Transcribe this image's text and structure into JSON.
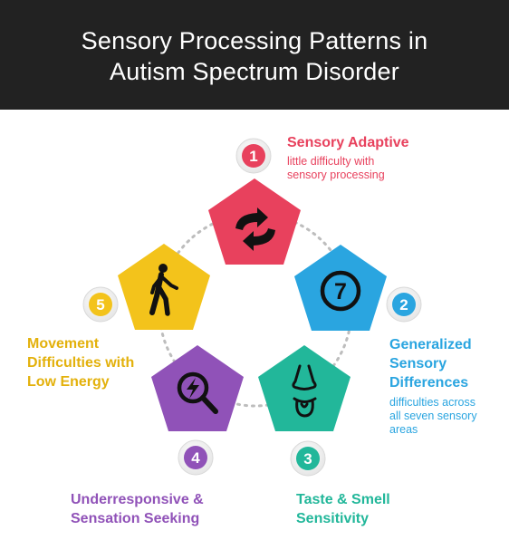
{
  "title": {
    "line1": "Sensory Processing Patterns in",
    "line2": "Autism Spectrum Disorder"
  },
  "colors": {
    "header_bg": "#222222",
    "red": "#E8415D",
    "blue": "#2AA5E0",
    "teal": "#22B79A",
    "purple": "#9052B8",
    "yellow": "#F3C31B"
  },
  "patterns": [
    {
      "number": "1",
      "title": "Sensory Adaptive",
      "description_lines": [
        "little difficulty with",
        "sensory processing"
      ],
      "icon": "swap-arrows-icon",
      "color": "#E8415D"
    },
    {
      "number": "2",
      "title_lines": [
        "Generalized",
        "Sensory",
        "Differences"
      ],
      "description_lines": [
        "difficulties across",
        "all seven sensory",
        "areas"
      ],
      "icon": "seven-circle-icon",
      "icon_text": "7",
      "color": "#2AA5E0"
    },
    {
      "number": "3",
      "title_lines": [
        "Taste & Smell",
        "Sensitivity"
      ],
      "icon": "nose-mouth-icon",
      "color": "#22B79A"
    },
    {
      "number": "4",
      "title_lines": [
        "Underresponsive &",
        "Sensation Seeking"
      ],
      "icon": "magnifier-bolt-icon",
      "color": "#9052B8"
    },
    {
      "number": "5",
      "title_lines": [
        "Movement",
        "Difficulties with",
        "Low Energy"
      ],
      "icon": "walking-person-icon",
      "color": "#F3C31B"
    }
  ]
}
